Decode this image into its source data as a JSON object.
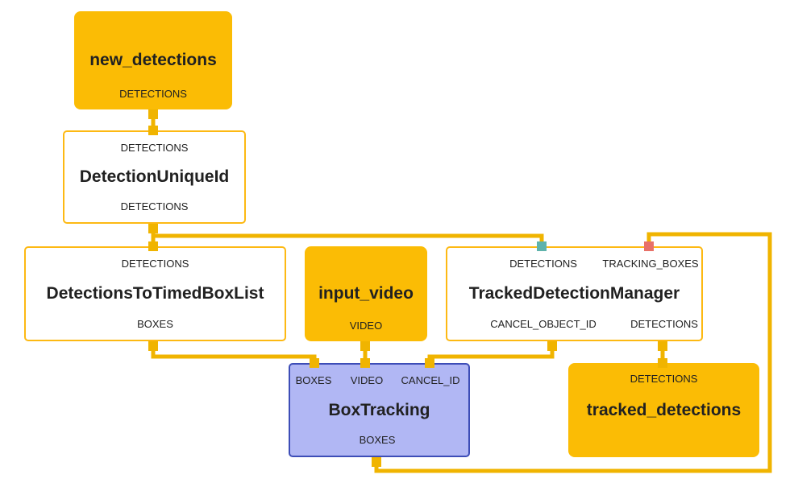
{
  "graph": {
    "nodes": {
      "new_detections": {
        "title": "new_detections",
        "outputs": [
          "DETECTIONS"
        ]
      },
      "detection_unique_id": {
        "title": "DetectionUniqueId",
        "inputs": [
          "DETECTIONS"
        ],
        "outputs": [
          "DETECTIONS"
        ]
      },
      "detections_to_timed_box_list": {
        "title": "DetectionsToTimedBoxList",
        "inputs": [
          "DETECTIONS"
        ],
        "outputs": [
          "BOXES"
        ]
      },
      "input_video": {
        "title": "input_video",
        "outputs": [
          "VIDEO"
        ]
      },
      "tracked_detection_manager": {
        "title": "TrackedDetectionManager",
        "inputs": [
          "DETECTIONS",
          "TRACKING_BOXES"
        ],
        "outputs": [
          "CANCEL_OBJECT_ID",
          "DETECTIONS"
        ]
      },
      "box_tracking": {
        "title": "BoxTracking",
        "inputs": [
          "BOXES",
          "VIDEO",
          "CANCEL_ID"
        ],
        "outputs": [
          "BOXES"
        ]
      },
      "tracked_detections": {
        "title": "tracked_detections",
        "inputs": [
          "DETECTIONS"
        ]
      }
    },
    "colors": {
      "stream_node_fill": "#FBBC05",
      "node_border": "#FDB913",
      "edge": "#F0B400",
      "selected_node_fill": "#B1B7F4",
      "selected_node_border": "#3D4DB7",
      "detections_in_port": "#5FB3AC",
      "tracking_boxes_in_port": "#E87168",
      "text": "#212121"
    }
  }
}
